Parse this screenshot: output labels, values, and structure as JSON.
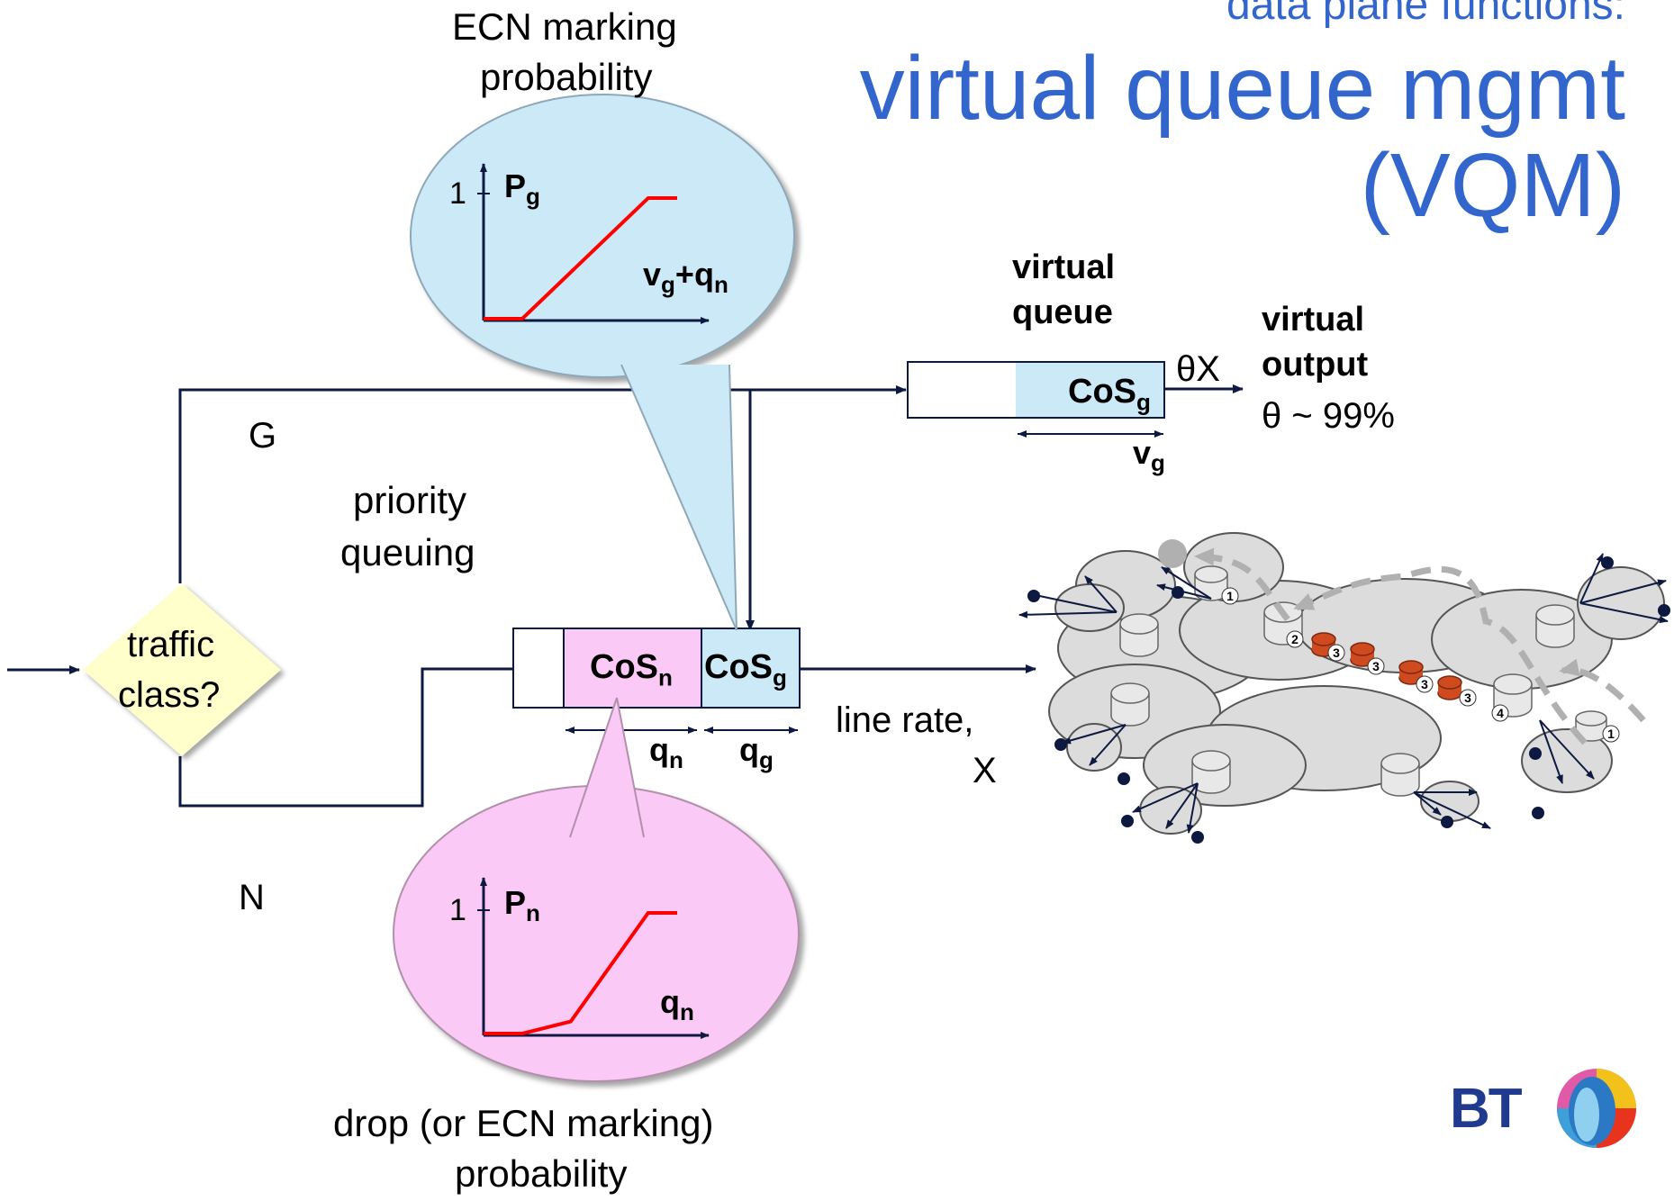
{
  "title": {
    "line1": "data plane functions:",
    "line2": "virtual queue mgmt",
    "line3": "(VQM)"
  },
  "ecn_bubble": {
    "caption_line1": "ECN marking",
    "caption_line2": "probability",
    "y_tick": "1",
    "y_label": "P",
    "y_label_sub": "g",
    "x_label": "v",
    "x_label_sub1": "g",
    "x_label_mid": "+q",
    "x_label_sub2": "n",
    "curve": [
      [
        0,
        0
      ],
      [
        0.2,
        0
      ],
      [
        0.85,
        1
      ],
      [
        1,
        1
      ]
    ]
  },
  "drop_bubble": {
    "caption_line1": "drop (or ECN marking)",
    "caption_line2": "probability",
    "y_tick": "1",
    "y_label": "P",
    "y_label_sub": "n",
    "x_label": "q",
    "x_label_sub": "n",
    "curve": [
      [
        0,
        0
      ],
      [
        0.2,
        0
      ],
      [
        0.45,
        0.1
      ],
      [
        0.85,
        1
      ],
      [
        1,
        1
      ]
    ]
  },
  "flow": {
    "label_g": "G",
    "label_n": "N",
    "priority_line1": "priority",
    "priority_line2": "queuing",
    "decision_line1": "traffic",
    "decision_line2": "class?"
  },
  "main_queue": {
    "cos_n": "CoS",
    "cos_n_sub": "n",
    "cos_g": "CoS",
    "cos_g_sub": "g",
    "len_n": "q",
    "len_n_sub": "n",
    "len_g": "q",
    "len_g_sub": "g",
    "output_line1": "line rate,",
    "output_line2": "X"
  },
  "virtual_queue": {
    "heading_line1": "virtual",
    "heading_line2": "queue",
    "cos": "CoS",
    "cos_sub": "g",
    "len": "v",
    "len_sub": "g",
    "rate": "θX",
    "output_line1": "virtual",
    "output_line2": "output",
    "theta": "θ ~ 99%"
  },
  "network": {
    "hop_labels": [
      "1",
      "2",
      "3",
      "3",
      "3",
      "3",
      "4",
      "1"
    ]
  },
  "logo": {
    "text": "BT"
  },
  "colors": {
    "title": "#3366cc",
    "line": "#0d1940",
    "bubble_blue": "#cce9f8",
    "bubble_pink": "#fbc9f5",
    "diamond": "#ffffcc",
    "curve": "#ff0000",
    "cloud": "#dcdcdc"
  }
}
